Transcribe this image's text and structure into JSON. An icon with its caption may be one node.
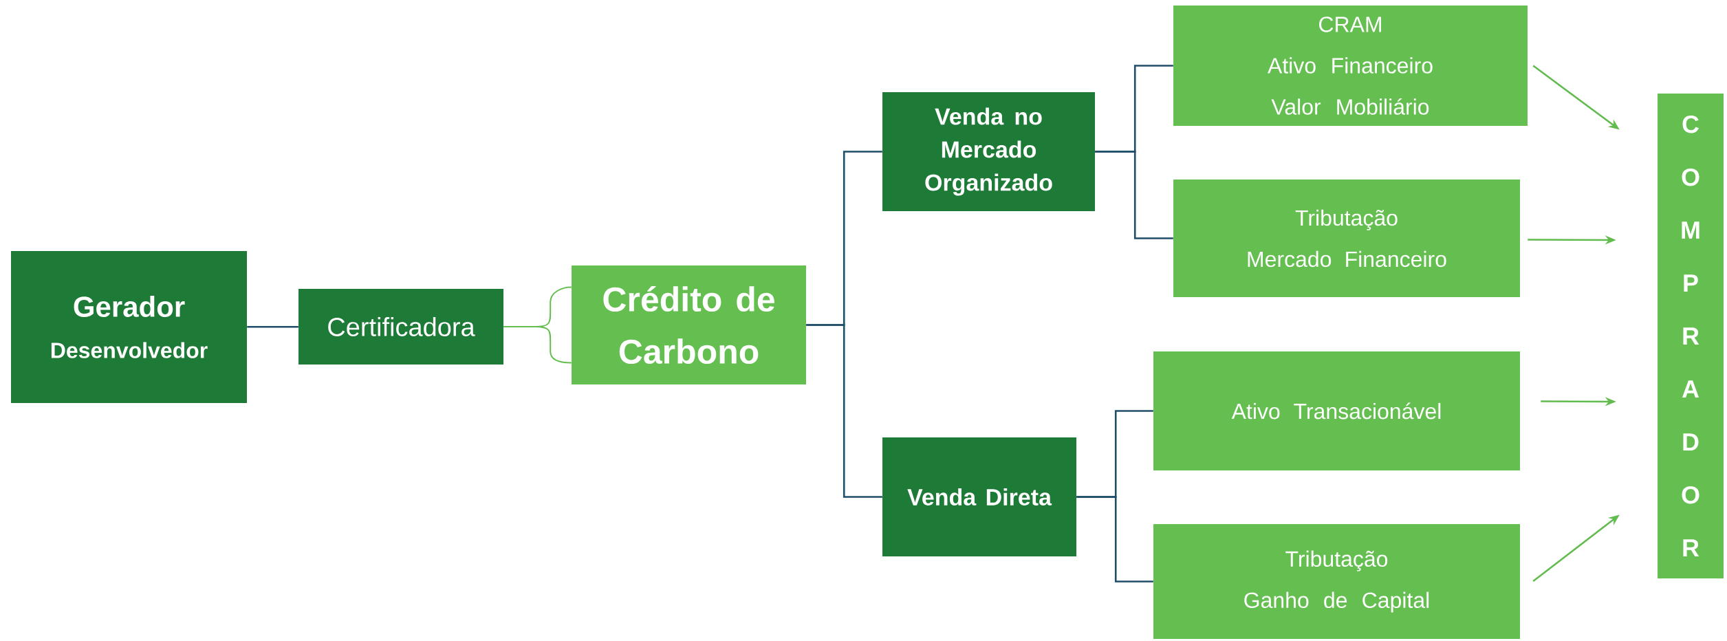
{
  "diagram": {
    "nodes": [
      {
        "text": [
          "Gerador",
          "Desenvolvedor"
        ]
      },
      {
        "text": [
          "Certificadora"
        ]
      },
      {
        "text": [
          "Crédito de Carbono"
        ]
      },
      {
        "text": [
          "Venda no Mercado Organizado"
        ]
      },
      {
        "text": [
          "Venda Direta"
        ]
      },
      {
        "text": [
          "CRAM",
          "Ativo Financeiro",
          "Valor Mobiliário"
        ]
      },
      {
        "text": [
          "Tributação",
          "Mercado Financeiro"
        ]
      },
      {
        "text": [
          "Ativo Transacionável"
        ]
      },
      {
        "text": [
          "Tributação",
          "Ganho de Capital"
        ]
      },
      {
        "text": [
          "COMPRADOR"
        ]
      }
    ],
    "edges": [
      {
        "from": 0,
        "to": 1,
        "arrow": "none"
      },
      {
        "from": 1,
        "to": 2,
        "arrow": "none",
        "color": "#64bf50"
      },
      {
        "from": 2,
        "to": 3,
        "arrow": "none"
      },
      {
        "from": 2,
        "to": 4,
        "arrow": "none"
      },
      {
        "from": 3,
        "to": 5,
        "arrow": "none"
      },
      {
        "from": 3,
        "to": 6,
        "arrow": "none"
      },
      {
        "from": 4,
        "to": 7,
        "arrow": "none"
      },
      {
        "from": 4,
        "to": 8,
        "arrow": "none"
      },
      {
        "from": 5,
        "to": 9,
        "arrow": "to",
        "color": "#62bb4f"
      },
      {
        "from": 6,
        "to": 9,
        "arrow": "to",
        "color": "#62bb4f"
      },
      {
        "from": 7,
        "to": 9,
        "arrow": "to",
        "color": "#62bb4f"
      },
      {
        "from": 8,
        "to": 9,
        "arrow": "to",
        "color": "#62bb4f"
      }
    ]
  }
}
